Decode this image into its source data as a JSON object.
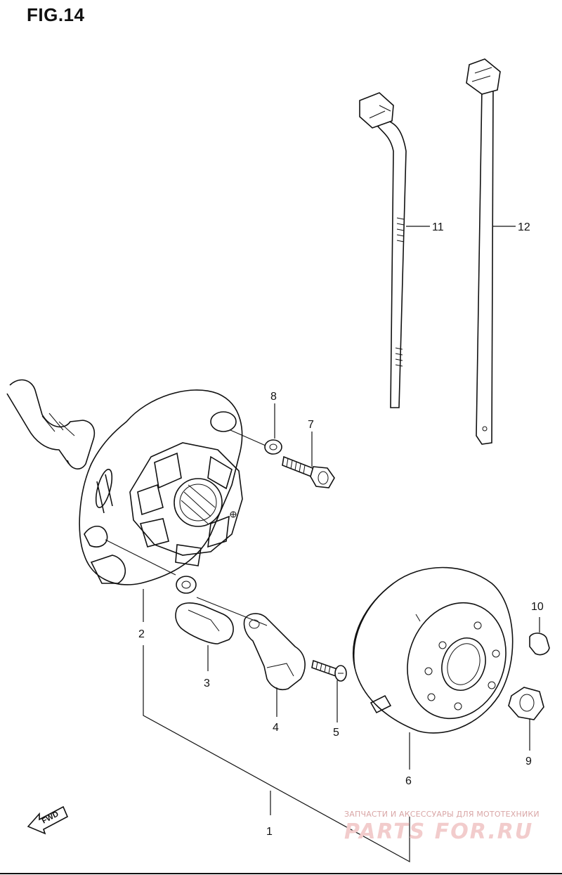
{
  "figure": {
    "title": "FIG.14"
  },
  "callouts": [
    {
      "id": "1",
      "label": "1"
    },
    {
      "id": "2",
      "label": "2"
    },
    {
      "id": "3",
      "label": "3"
    },
    {
      "id": "4",
      "label": "4"
    },
    {
      "id": "5",
      "label": "5"
    },
    {
      "id": "6",
      "label": "6"
    },
    {
      "id": "7",
      "label": "7"
    },
    {
      "id": "8",
      "label": "8"
    },
    {
      "id": "9",
      "label": "9"
    },
    {
      "id": "10",
      "label": "10"
    },
    {
      "id": "11",
      "label": "11"
    },
    {
      "id": "12",
      "label": "12"
    }
  ],
  "direction_badge": {
    "label": "FWD"
  },
  "watermark": {
    "tagline": "ЗАПЧАСТИ И АКСЕССУАРЫ ДЛЯ МОТОТЕХНИКИ",
    "brand": "PARTS FOR.RU"
  },
  "colors": {
    "ink": "#111111",
    "watermark": "#e8b4b4"
  }
}
